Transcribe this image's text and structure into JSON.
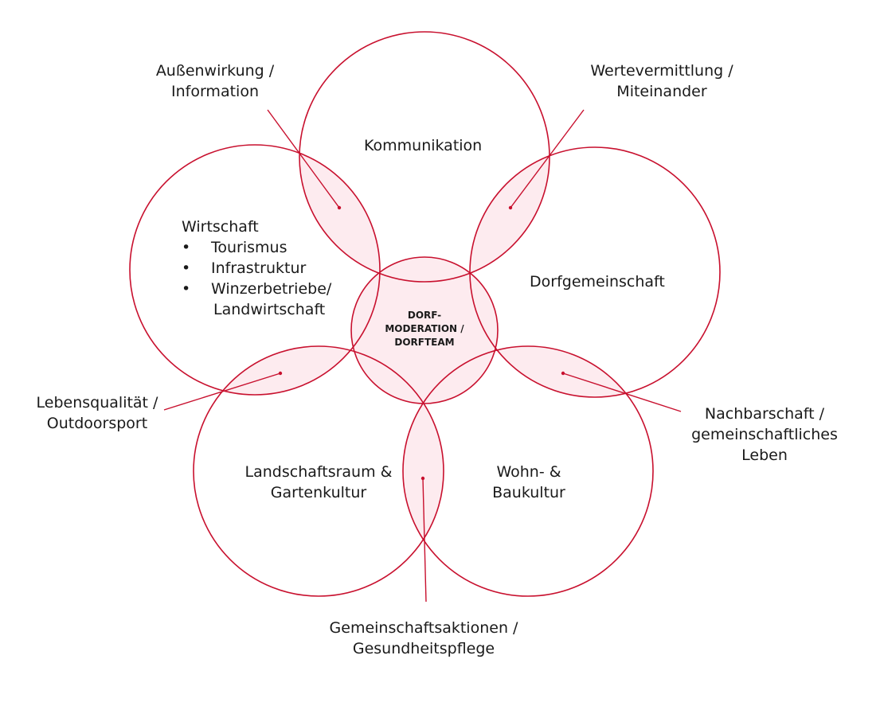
{
  "colors": {
    "stroke": "#c8102e",
    "fill": "#fdebef",
    "line": "#c8102e",
    "text": "#1a1a1a"
  },
  "diagram": {
    "center": {
      "lines": [
        "DORF-",
        "MODERATION /",
        "DORFTEAM"
      ]
    },
    "circles": {
      "kommunikation": {
        "label": "Kommunikation"
      },
      "wirtschaft": {
        "title": "Wirtschaft",
        "bullet_symbol": "•",
        "items": [
          "Tourismus",
          "Infrastruktur",
          "Winzerbetriebe/"
        ],
        "continuation": "Landwirtschaft"
      },
      "dorfgemeinschaft": {
        "label": "Dorfgemeinschaft"
      },
      "landschaft": {
        "lines": [
          "Landschaftsraum &",
          "Gartenkultur"
        ]
      },
      "wohnbau": {
        "lines": [
          "Wohn- &",
          "Baukultur"
        ]
      }
    },
    "overlaps": {
      "aussenwirkung": {
        "lines": [
          "Außenwirkung /",
          "Information"
        ]
      },
      "wertevermittlung": {
        "lines": [
          "Wertevermittlung /",
          "Miteinander"
        ]
      },
      "lebensqualitaet": {
        "lines": [
          "Lebensqualität /",
          "Outdoorsport"
        ]
      },
      "nachbarschaft": {
        "lines": [
          "Nachbarschaft  /",
          "gemeinschaftliches",
          "Leben"
        ]
      },
      "gemeinschaftsaktionen": {
        "lines": [
          "Gemeinschaftsaktionen /",
          "Gesundheitspflege"
        ]
      }
    }
  }
}
